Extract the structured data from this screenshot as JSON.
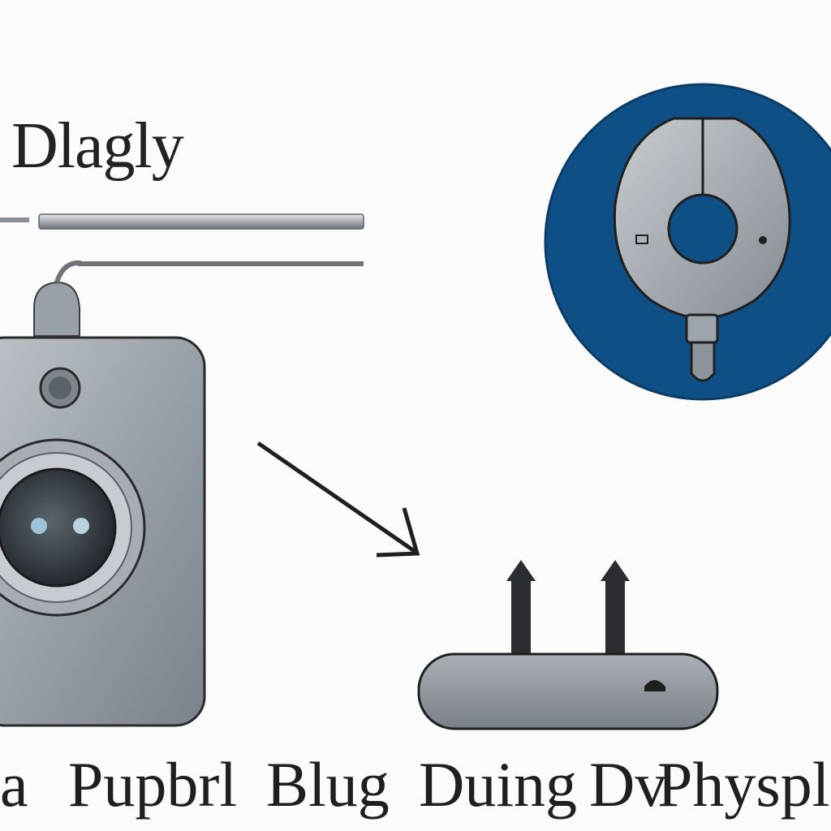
{
  "diagram": {
    "title": "Dlagly",
    "caption_words": [
      "a",
      "Pupbrl",
      "Blug",
      "Duing",
      "Dv",
      "Physpl"
    ]
  },
  "colors": {
    "device_body": "#8f959c",
    "device_outline": "#2a2a2a",
    "circle_badge": "#0e4f86",
    "background": "#fbfbfb"
  }
}
